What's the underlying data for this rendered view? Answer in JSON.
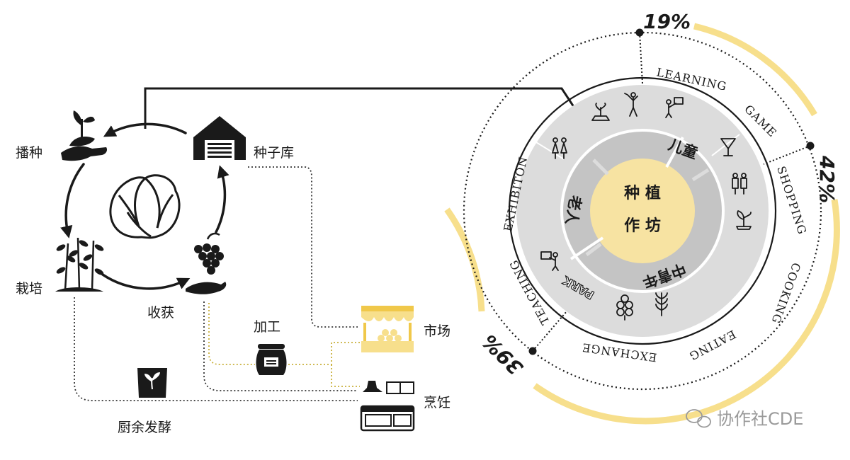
{
  "cycle": {
    "sowing": "播种",
    "seed_bank": "种子库",
    "cultivation": "栽培",
    "harvest": "收获"
  },
  "outputs": {
    "processing": "加工",
    "market": "市场",
    "cooking": "烹饪",
    "compost": "厨余发酵"
  },
  "ring": {
    "center_line1": "种 植",
    "center_line2": "作 坊",
    "segments": [
      "儿童",
      "中青年",
      "老人"
    ],
    "activities": [
      "LEARNING",
      "GAME",
      "SHOPPING",
      "COOKING",
      "EATING",
      "EXCHANGE",
      "PARK",
      "TEACHING",
      "EXHIBITON"
    ],
    "percents": [
      "19%",
      "42%",
      "39%"
    ]
  },
  "watermark": "协作社CDE",
  "colors": {
    "accent_yellow": "#f7df8c",
    "center_fill": "#f7e3a2",
    "dark": "#1a1a1a",
    "ring_gray": "#dcdcdc",
    "inner_gray": "#c4c4c4"
  }
}
